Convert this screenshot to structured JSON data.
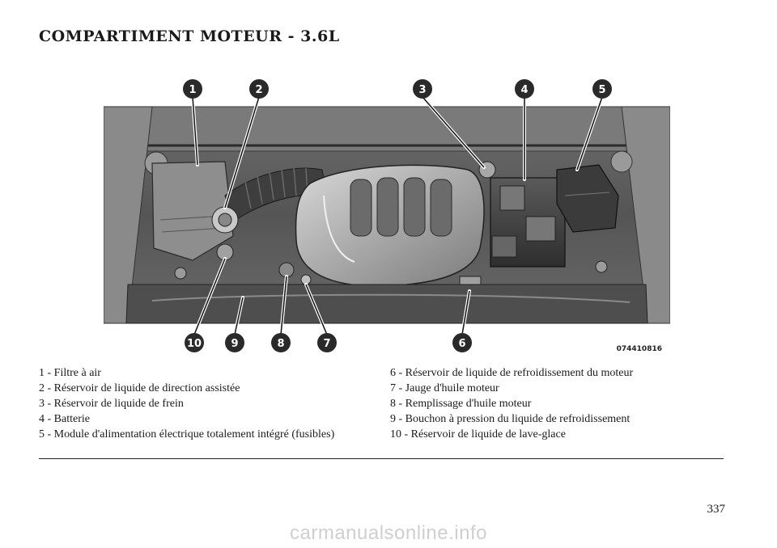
{
  "page": {
    "title": "COMPARTIMENT MOTEUR - 3.6L",
    "page_number": "337",
    "watermark": "carmanualsonline.info"
  },
  "figure": {
    "code": "074410816",
    "callouts_top": [
      "1",
      "2",
      "3",
      "4",
      "5"
    ],
    "callouts_bottom": [
      "10",
      "9",
      "8",
      "7",
      "6"
    ]
  },
  "legend": {
    "left": [
      "1 - Filtre à air",
      "2 - Réservoir de liquide de direction assistée",
      "3 - Réservoir de liquide de frein",
      "4 - Batterie",
      "5 - Module d'alimentation électrique totalement intégré (fusibles)"
    ],
    "right": [
      "6 - Réservoir de liquide de refroidissement du moteur",
      "7 - Jauge d'huile moteur",
      "8 - Remplissage d'huile moteur",
      "9 - Bouchon à pression du liquide de refroidissement",
      "10 - Réservoir de liquide de lave-glace"
    ]
  }
}
